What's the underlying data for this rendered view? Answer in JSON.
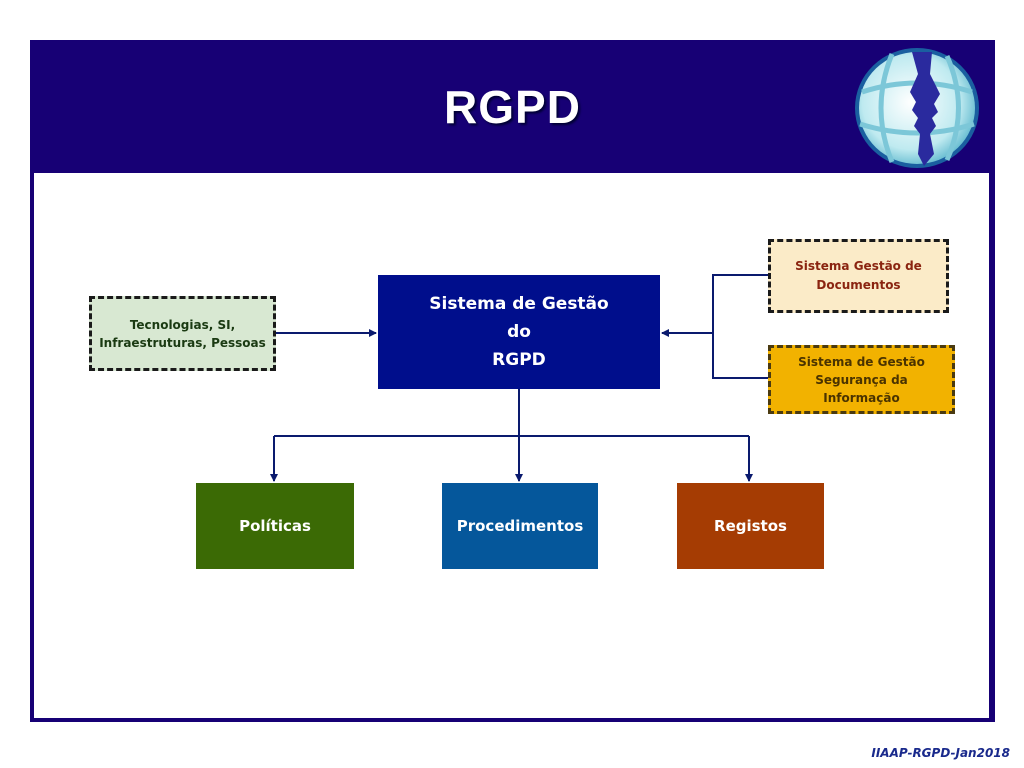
{
  "header": {
    "title": "RGPD",
    "logo_icon": "globe-faces-logo-icon"
  },
  "diagram": {
    "center": {
      "lines": [
        "Sistema de Gestão",
        "do",
        "RGPD"
      ]
    },
    "inputs_left": [
      {
        "lines": [
          "Tecnologias, SI,",
          "Infraestruturas, Pessoas"
        ]
      }
    ],
    "inputs_right": [
      {
        "lines": [
          "Sistema Gestão de",
          "Documentos"
        ]
      },
      {
        "lines": [
          "Sistema de Gestão",
          "Segurança da",
          "Informação"
        ]
      }
    ],
    "outputs": [
      {
        "label": "Políticas"
      },
      {
        "label": "Procedimentos"
      },
      {
        "label": "Registos"
      }
    ],
    "colors": {
      "header_bg": "#170075",
      "center_bg": "#000e8c",
      "tech_bg": "#d8e8d2",
      "docs_bg": "#fbebc8",
      "docs_text": "#8a2410",
      "security_bg": "#f2b200",
      "politicas_bg": "#3b6a05",
      "procedimentos_bg": "#05579b",
      "registos_bg": "#a53c03",
      "connector": "#0a1a6e"
    }
  },
  "footer": {
    "text": "IIAAP-RGPD-Jan2018"
  }
}
